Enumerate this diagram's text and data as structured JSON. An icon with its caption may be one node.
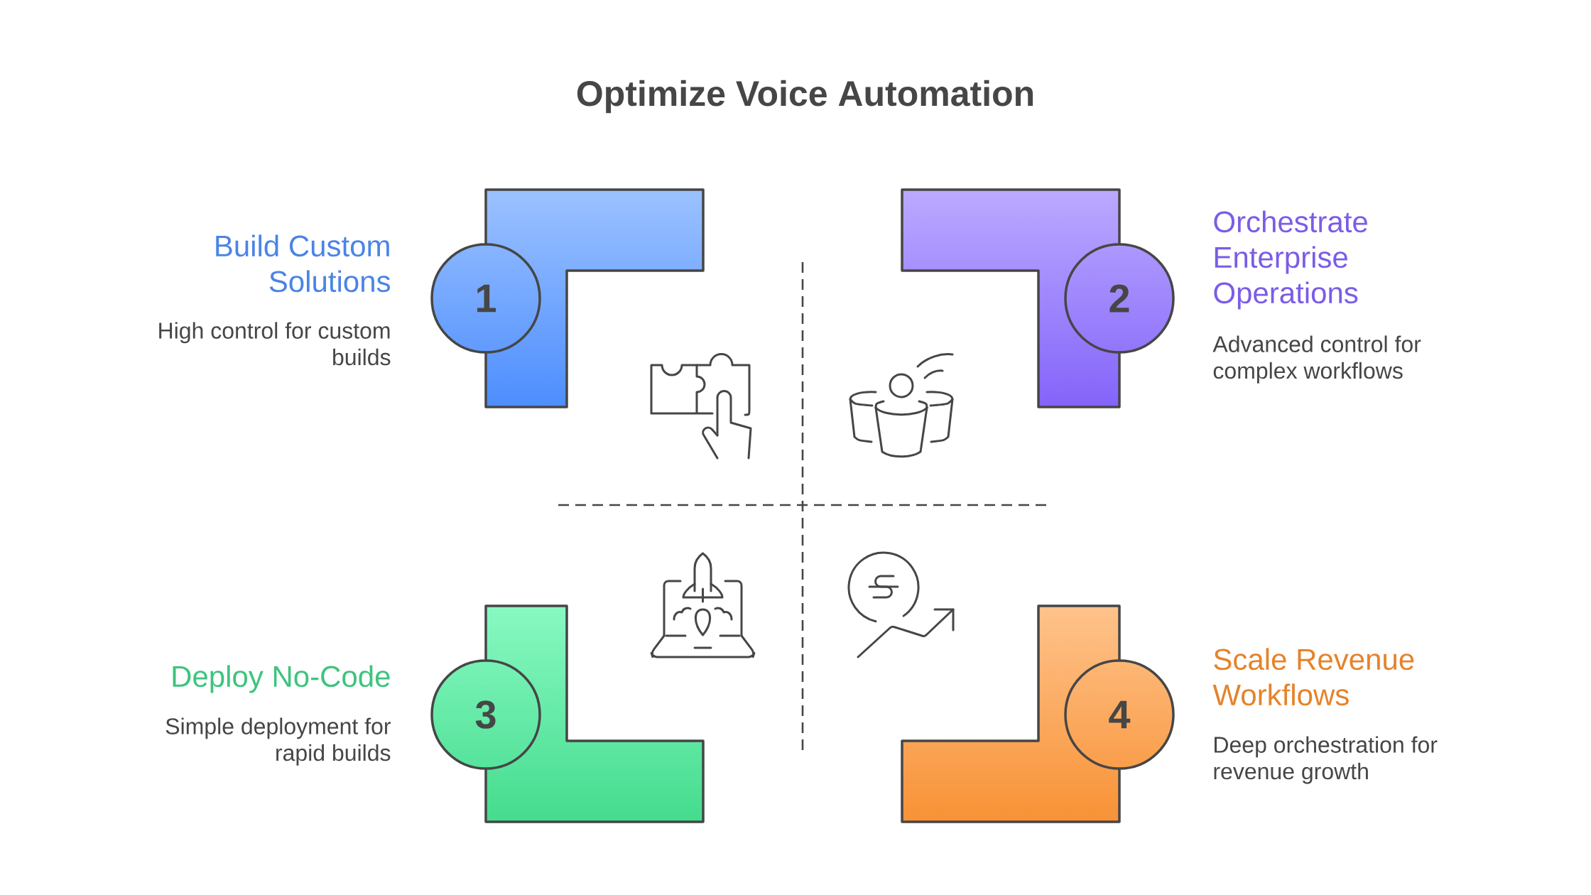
{
  "diagram": {
    "title": "Optimize Voice Automation",
    "nodes": [
      {
        "text": [
          "1"
        ],
        "beside": [
          "Build Custom Solutions",
          "High control for custom builds"
        ]
      },
      {
        "text": [
          "2"
        ],
        "beside": [
          "Orchestrate Enterprise Operations",
          "Advanced control for complex workflows"
        ]
      },
      {
        "text": [
          "3"
        ],
        "beside": [
          "Deploy No-Code",
          "Simple deployment for rapid builds"
        ]
      },
      {
        "text": [
          "4"
        ],
        "beside": [
          "Scale Revenue Workflows",
          "Deep orchestration for revenue growth"
        ]
      }
    ]
  }
}
